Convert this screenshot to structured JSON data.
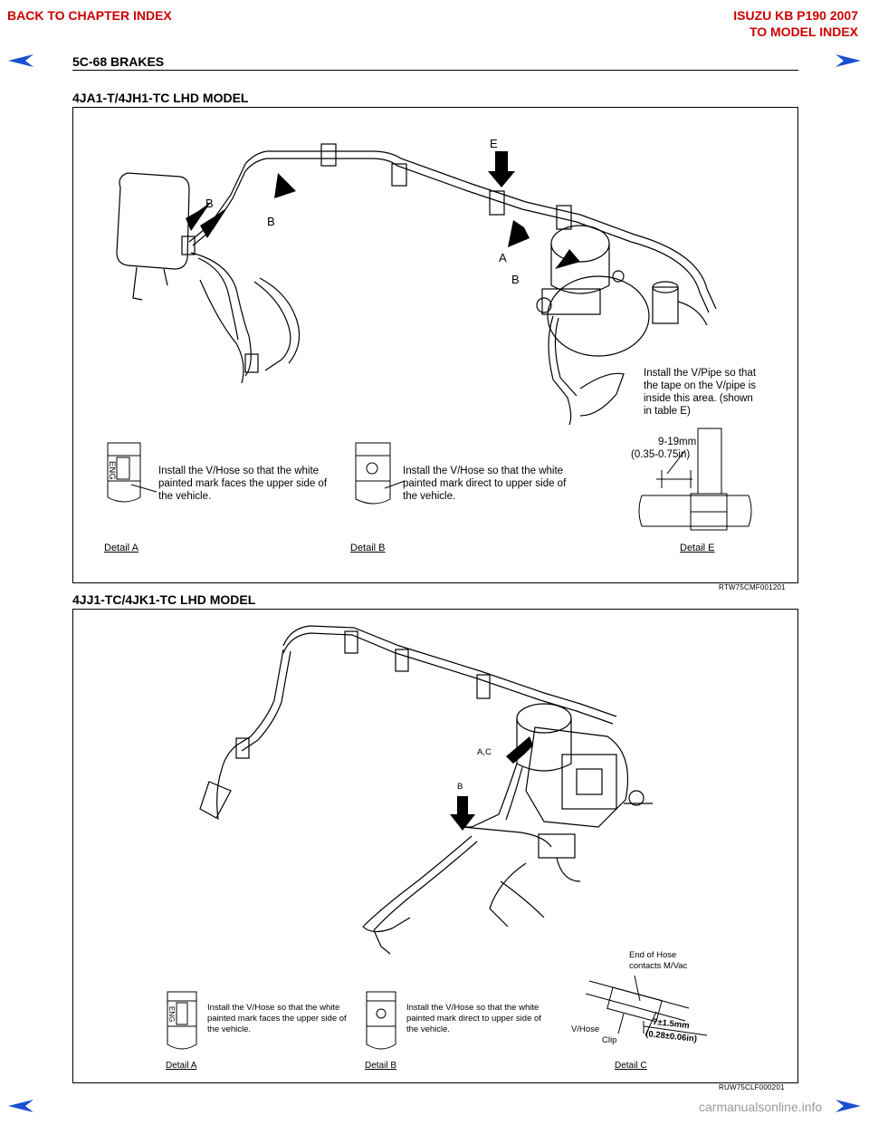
{
  "header": {
    "back_chapter": "BACK TO CHAPTER INDEX",
    "model_line": "ISUZU KB P190 2007",
    "to_model": "TO MODEL INDEX",
    "page_title": "5C-68  BRAKES"
  },
  "section1": {
    "title": "4JA1-T/4JH1-TC LHD MODEL",
    "callouts": {
      "e": "E",
      "b1": "B",
      "b2": "B",
      "a": "A",
      "b3": "B"
    },
    "vpipe_note": [
      "Install the V/Pipe so that",
      "the tape on the V/pipe is",
      "inside this area. (shown",
      "in table E)"
    ],
    "dim1": "9-19mm",
    "dim2": "(0.35-0.75in)",
    "detail_a_note": [
      "Install the V/Hose so that the white",
      "painted mark faces the upper side of",
      "the vehicle."
    ],
    "detail_b_note": [
      "Install  the  V/Hose  so  that  the  white",
      "painted  mark  direct  to  upper  side  of",
      "the vehicle."
    ],
    "eng_mark": "ENG",
    "cap_a": "Detail A",
    "cap_b": "Detail B",
    "cap_e": "Detail E",
    "ref": "RTW75CMF001201"
  },
  "section2": {
    "title": "4JJ1-TC/4JK1-TC LHD MODEL",
    "callouts": {
      "ac": "A,C",
      "b": "B"
    },
    "end_note": [
      "End of Hose",
      "contacts M/Vac"
    ],
    "vhose": "V/Hose",
    "clip": "Clip",
    "dim1": "7±1.5mm",
    "dim2": "(0.28±0.06in)",
    "detail_a_note": [
      "Install the V/Hose so that the white",
      "painted mark faces the upper side of",
      "the vehicle."
    ],
    "detail_b_note": [
      "Install  the  V/Hose  so  that  the  white",
      "painted  mark  direct  to  upper  side  of",
      "the vehicle."
    ],
    "eng_mark": "ENG",
    "cap_a": "Detail A",
    "cap_b": "Detail B",
    "cap_c": "Detail C",
    "ref": "RUW75CLF000201"
  },
  "footer": {
    "watermark": "carmanualsonline.info"
  },
  "colors": {
    "link_red": "#cc0000",
    "arrow_blue": "#1a4fd0"
  }
}
